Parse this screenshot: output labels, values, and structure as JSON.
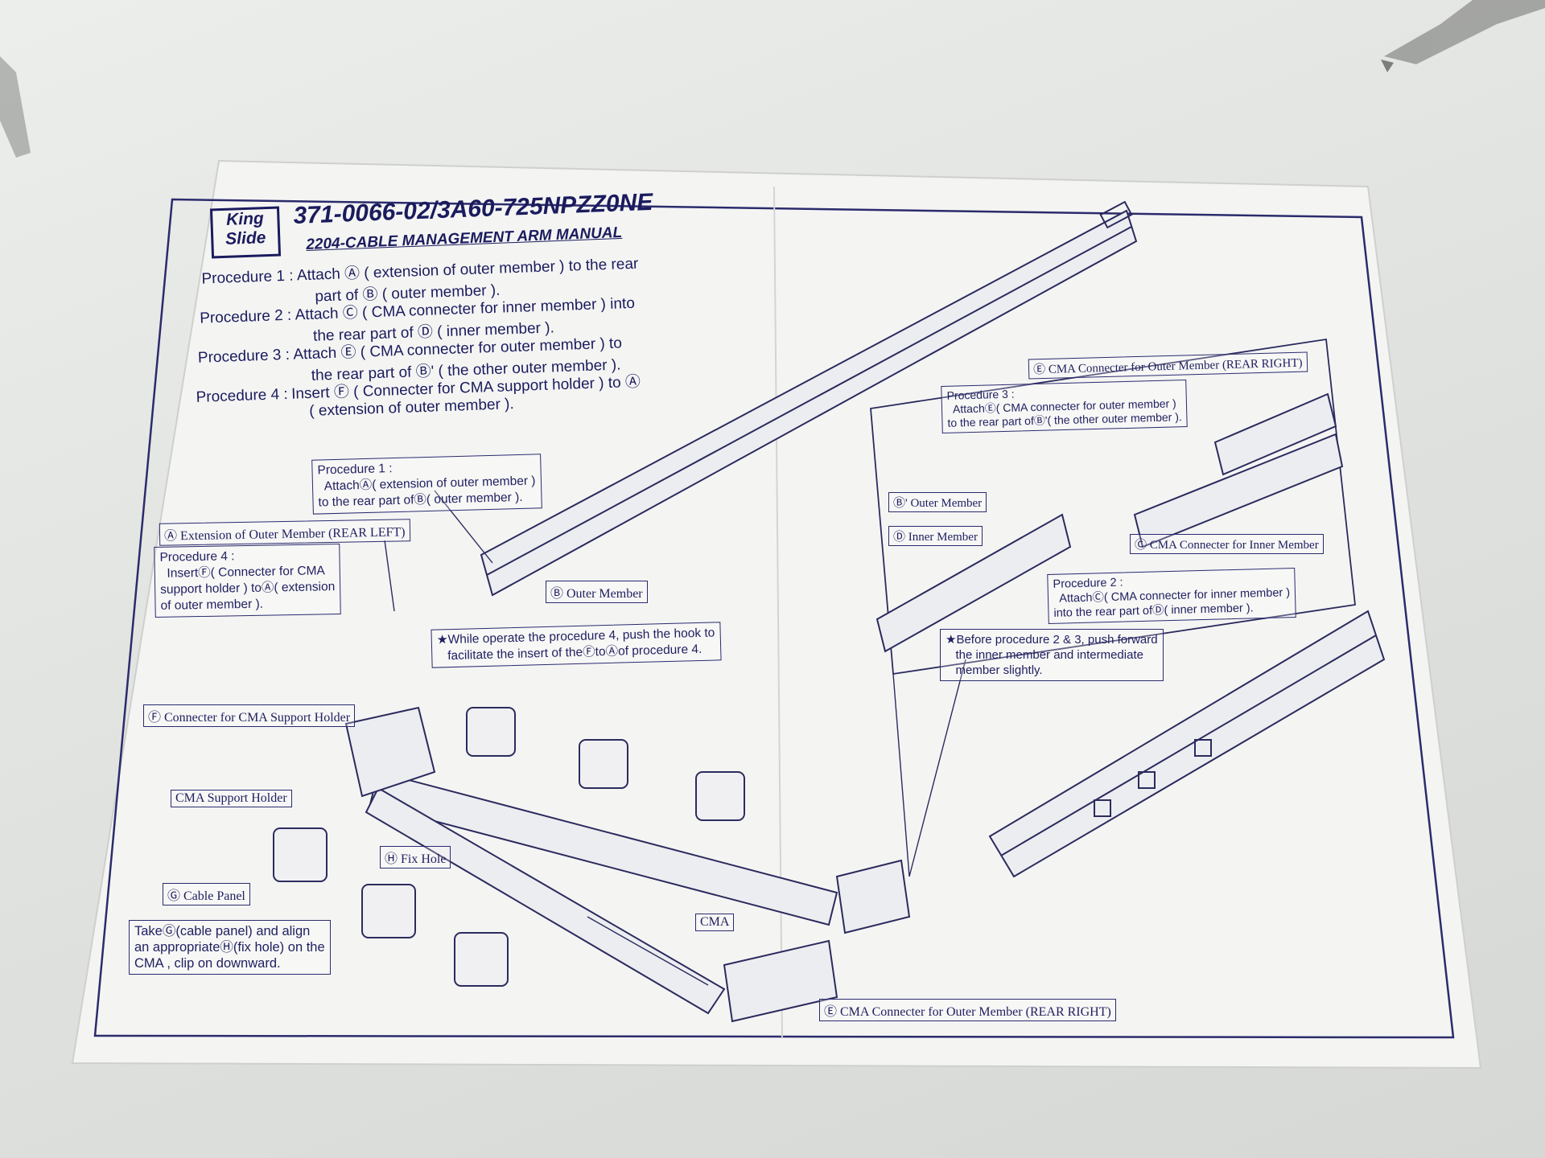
{
  "logo": {
    "line1": "King",
    "line2": "Slide"
  },
  "header": {
    "part_number": "371-0066-02/3A60-725NPZZ0NE",
    "subtitle": "2204-CABLE MANAGEMENT ARM MANUAL"
  },
  "procedures": [
    {
      "label": "Procedure 1 :",
      "line1": "Attach Ⓐ ( extension of outer member ) to the rear",
      "line2": "part of Ⓑ ( outer member )."
    },
    {
      "label": "Procedure 2 :",
      "line1": "Attach Ⓒ ( CMA connecter for inner member ) into",
      "line2": "the rear part of Ⓓ ( inner member )."
    },
    {
      "label": "Procedure 3 :",
      "line1": "Attach Ⓔ ( CMA connecter for outer member ) to",
      "line2": "the rear part of Ⓑ' ( the other outer member )."
    },
    {
      "label": "Procedure 4 :",
      "line1": "Insert Ⓕ ( Connecter for CMA support holder ) to Ⓐ",
      "line2": "( extension of outer member )."
    }
  ],
  "callouts": {
    "proc1": "Procedure 1 :\n  AttachⒶ( extension of outer member )\nto the rear part ofⒷ( outer member ).",
    "ext_outer": "Ⓐ Extension of Outer Member (REAR LEFT)",
    "proc4": "Procedure 4 :\n  InsertⒻ( Connecter for CMA\nsupport holder ) toⒶ( extension\nof outer member ).",
    "outer_member_b": "Ⓑ Outer Member",
    "note_proc4": "★While operate the procedure 4, push the hook to\n   facilitate the insert of theⒻtoⒶof procedure 4.",
    "connecter_f": "Ⓕ Connecter for CMA Support Holder",
    "cma_support": "CMA Support Holder",
    "fix_hole": "Ⓗ Fix Hole",
    "cable_panel": "Ⓖ Cable Panel",
    "take_g": "TakeⒼ(cable panel) and align\nan appropriateⒽ(fix hole) on the\nCMA , clip on downward.",
    "cma": "CMA",
    "cma_conn_outer_bottom": "Ⓔ CMA Connecter for Outer Member (REAR RIGHT)",
    "cma_conn_outer_top": "Ⓔ CMA Connecter for Outer Member (REAR RIGHT)",
    "proc3": "Procedure 3 :\n  AttachⒺ( CMA connecter for outer member )\nto the rear part ofⒷ'( the other outer member ).",
    "outer_member_b2": "Ⓑ' Outer Member",
    "inner_member": "Ⓓ Inner Member",
    "cma_conn_inner": "Ⓒ CMA Connecter for Inner Member",
    "proc2": "Procedure 2 :\n  AttachⒸ( CMA connecter for inner member )\ninto the rear part ofⒹ( inner member ).",
    "note_proc23": "★Before procedure 2 & 3, push forward\n   the inner member and intermediate\n   member slightly."
  }
}
